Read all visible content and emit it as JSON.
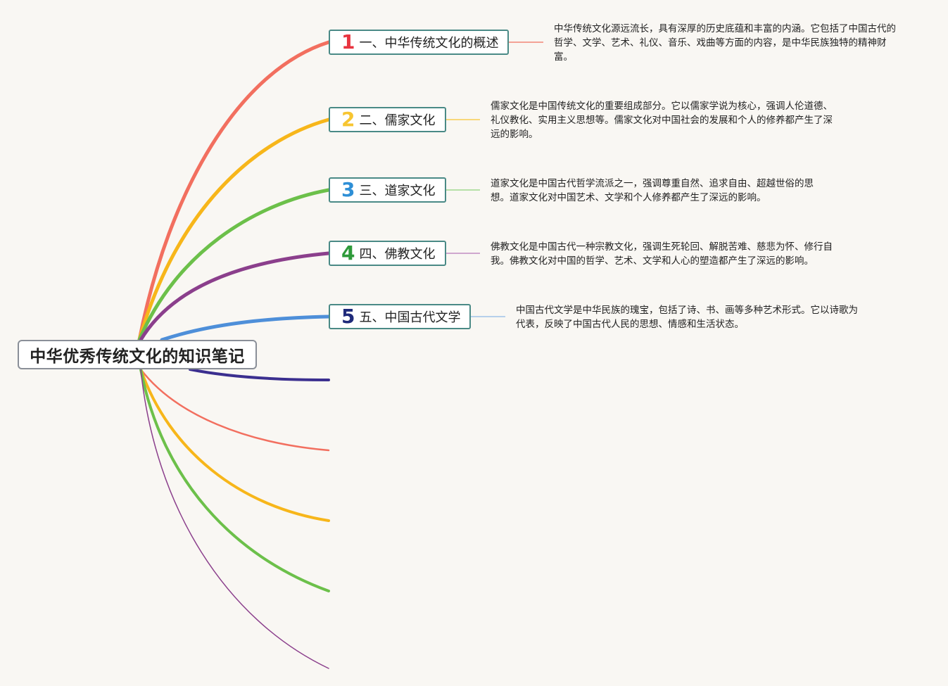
{
  "title": "中华优秀传统文化的知识笔记",
  "colors": {
    "red": "#f26f5f",
    "yellow": "#f7b61a",
    "green": "#6cc04a",
    "purple": "#8b3f8c",
    "blue": "#4e8fd9",
    "navy": "#3b2f8f",
    "thin_purple": "#8b3f8c"
  },
  "branches": [
    {
      "number": "1",
      "number_color": "#e8343f",
      "label": "一、中华传统文化的概述",
      "description": "中华传统文化源远流长，具有深厚的历史底蕴和丰富的内涵。它包括了中国古代的哲学、文学、艺术、礼仪、音乐、戏曲等方面的内容，是中华民族独特的精神财富。"
    },
    {
      "number": "2",
      "number_color": "#f7c531",
      "label": "二、儒家文化",
      "description": "儒家文化是中国传统文化的重要组成部分。它以儒家学说为核心，强调人伦道德、礼仪教化、实用主义思想等。儒家文化对中国社会的发展和个人的修养都产生了深远的影响。"
    },
    {
      "number": "3",
      "number_color": "#2e8fd6",
      "label": "三、道家文化",
      "description": "道家文化是中国古代哲学流派之一，强调尊重自然、追求自由、超越世俗的思想。道家文化对中国艺术、文学和个人修养都产生了深远的影响。"
    },
    {
      "number": "4",
      "number_color": "#2e9a3a",
      "label": "四、佛教文化",
      "description": "佛教文化是中国古代一种宗教文化，强调生死轮回、解脱苦难、慈悲为怀、修行自我。佛教文化对中国的哲学、艺术、文学和人心的塑造都产生了深远的影响。"
    },
    {
      "number": "5",
      "number_color": "#1f2a7a",
      "label": "五、中国古代文学",
      "description": "中国古代文学是中华民族的瑰宝，包括了诗、书、画等多种艺术形式。它以诗歌为代表，反映了中国古代人民的思想、情感和生活状态。"
    }
  ]
}
